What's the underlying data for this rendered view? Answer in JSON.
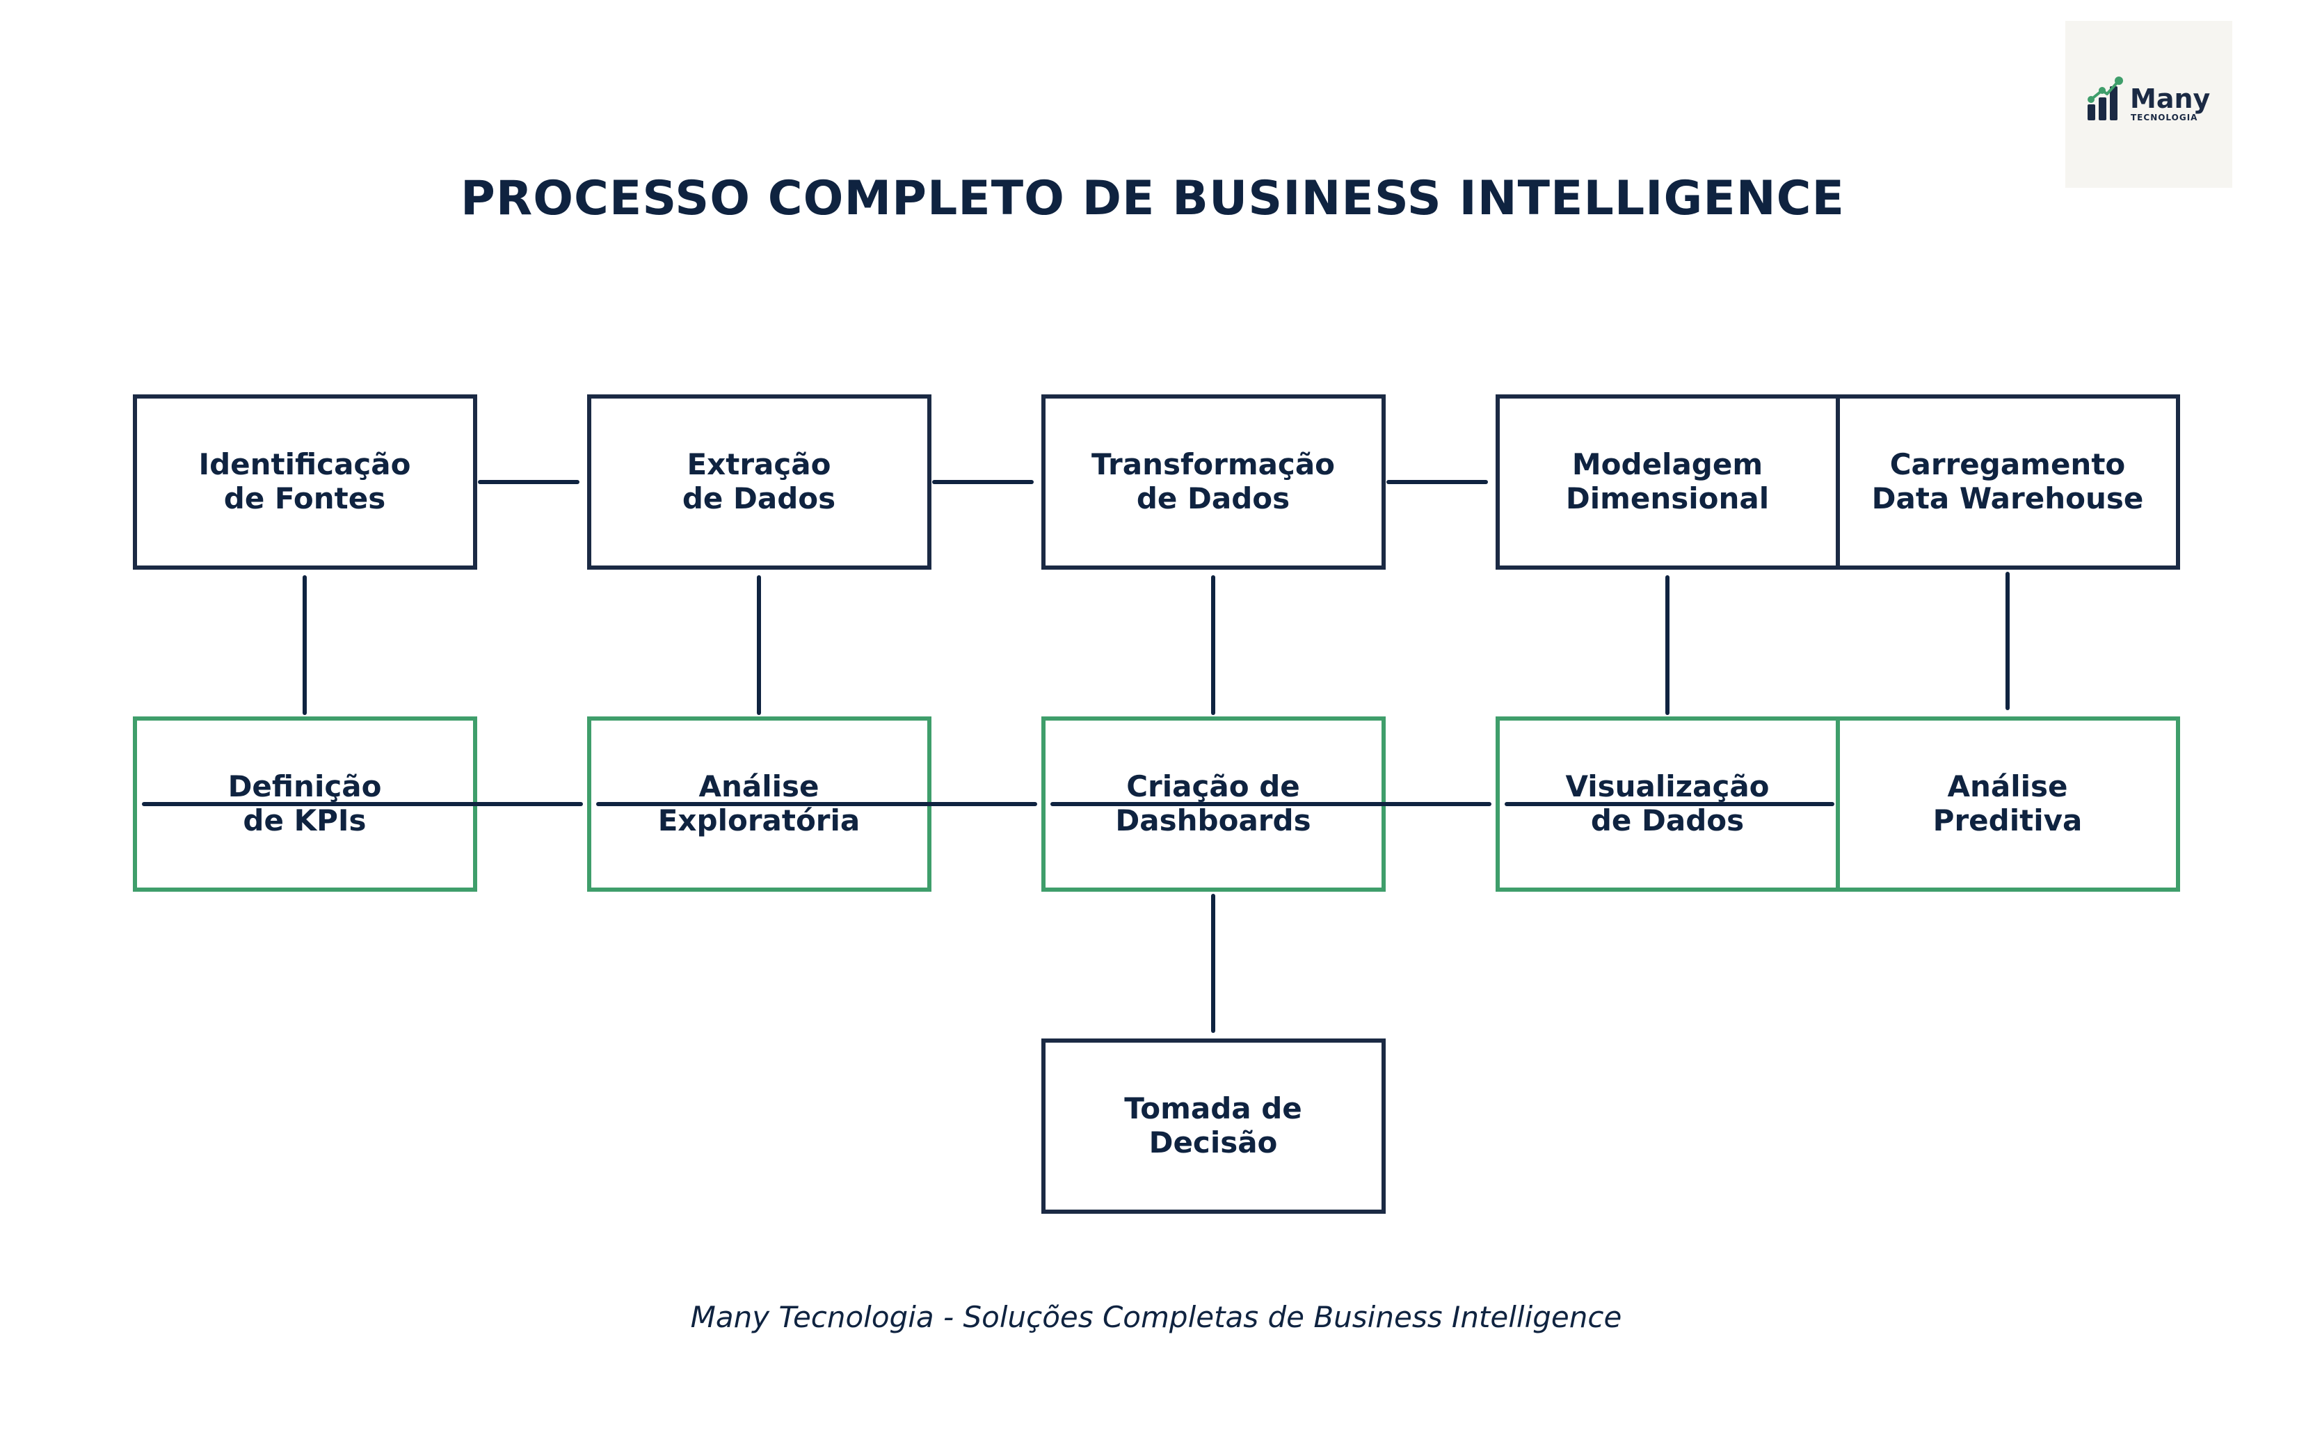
{
  "title": "PROCESSO COMPLETO DE BUSINESS INTELLIGENCE",
  "footer": "Many Tecnologia - Soluções Completas de Business Intelligence",
  "logo": {
    "name": "Many",
    "subtitle": "TECNOLOGIA"
  },
  "colors": {
    "navy": "#1b2a44",
    "green": "#3f9e6b",
    "logo_bg": "#f6f5f1",
    "text": "#0f2340"
  },
  "nodes": {
    "identificacao": {
      "line1": "Identificação",
      "line2": "de Fontes"
    },
    "extracao": {
      "line1": "Extração",
      "line2": "de Dados"
    },
    "transformacao": {
      "line1": "Transformação",
      "line2": "de Dados"
    },
    "modelagem": {
      "line1": "Modelagem",
      "line2": "Dimensional"
    },
    "carregamento": {
      "line1": "Carregamento",
      "line2": "Data Warehouse"
    },
    "definicao": {
      "line1": "Definição",
      "line2": "de KPIs"
    },
    "analise_exploratoria": {
      "line1": "Análise",
      "line2": "Exploratória"
    },
    "criacao": {
      "line1": "Criação de",
      "line2": "Dashboards"
    },
    "visualizacao": {
      "line1": "Visualização",
      "line2": "de Dados"
    },
    "analise_preditiva": {
      "line1": "Análise",
      "line2": "Preditiva"
    },
    "tomada": {
      "line1": "Tomada de",
      "line2": "Decisão"
    }
  }
}
